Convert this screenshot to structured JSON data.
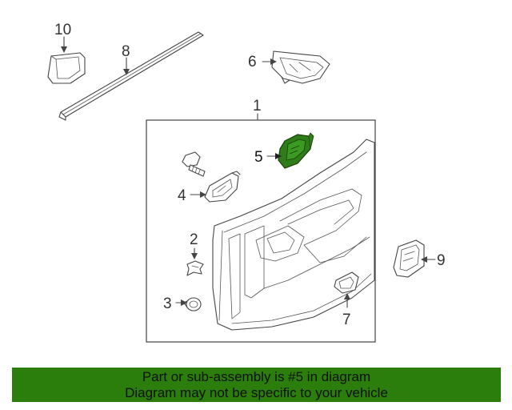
{
  "diagram": {
    "callouts": [
      {
        "id": "1",
        "label": "1"
      },
      {
        "id": "2",
        "label": "2"
      },
      {
        "id": "3",
        "label": "3"
      },
      {
        "id": "4",
        "label": "4"
      },
      {
        "id": "5",
        "label": "5"
      },
      {
        "id": "6",
        "label": "6"
      },
      {
        "id": "7",
        "label": "7"
      },
      {
        "id": "8",
        "label": "8"
      },
      {
        "id": "9",
        "label": "9"
      },
      {
        "id": "10",
        "label": "10"
      }
    ],
    "highlighted_part": "5",
    "colors": {
      "highlight": "#2e7d18",
      "banner": "#2b7d0c",
      "line": "#444444"
    }
  },
  "banner": {
    "line1": "Part or sub-assembly is #5 in diagram",
    "line2": "Diagram may not be specific to your vehicle"
  }
}
